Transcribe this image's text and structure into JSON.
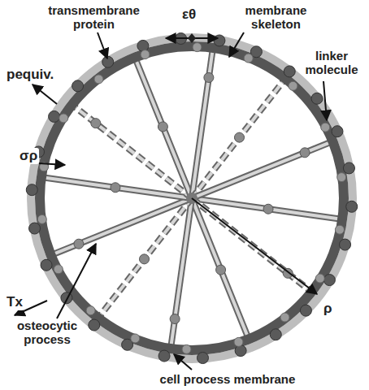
{
  "diagram": {
    "labels": [
      "transmembrane protein",
      "εθ",
      "membrane skeleton",
      "linker molecule",
      "pequiv.",
      "σρ",
      "Tx",
      "osteocytic process",
      "ρ",
      "cell process membrane"
    ]
  }
}
